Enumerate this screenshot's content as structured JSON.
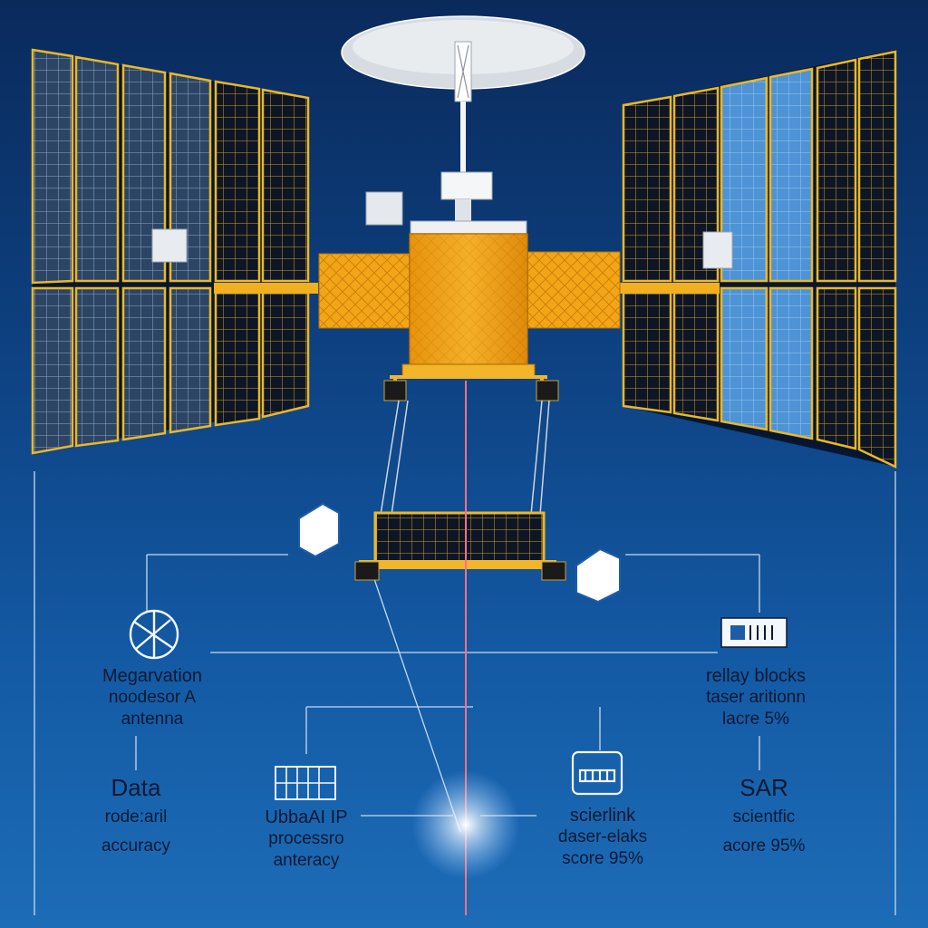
{
  "labels": {
    "antenna": {
      "line1": "Megarvation",
      "line2": "noodesor A",
      "line3": "antenna"
    },
    "relay": {
      "line1": "rellay blocks",
      "line2": "taser aritionn",
      "line3": "lacre 5%"
    },
    "data": {
      "line1": "Data",
      "line2": "rode:aril",
      "line3": "accuracy"
    },
    "processor": {
      "line1": "UbbaAI IP",
      "line2": "processro",
      "line3": "anteracy"
    },
    "laser": {
      "line1": "scierlink",
      "line2": "daser-elaks",
      "line3": "score 95%"
    },
    "sar": {
      "line1": "SAR",
      "line2": "scientfic",
      "line3": "acore 95%"
    }
  },
  "colors": {
    "background_top": "#0a2a5c",
    "background_bottom": "#1d6cb7",
    "gold_foil": "#f2a516",
    "panel_frame": "#e9b82a",
    "panel_cell": "#0e1626",
    "panel_cell_blue": "#4d93d6",
    "laser": "#ff6d86",
    "guide_lines": "#c7d9ee",
    "text": "#0a1a33"
  },
  "icons": [
    "dish-antenna-icon",
    "network-globe-icon",
    "relay-block-icon",
    "processor-chip-icon",
    "laser-link-icon",
    "instrument-pod-icon"
  ]
}
